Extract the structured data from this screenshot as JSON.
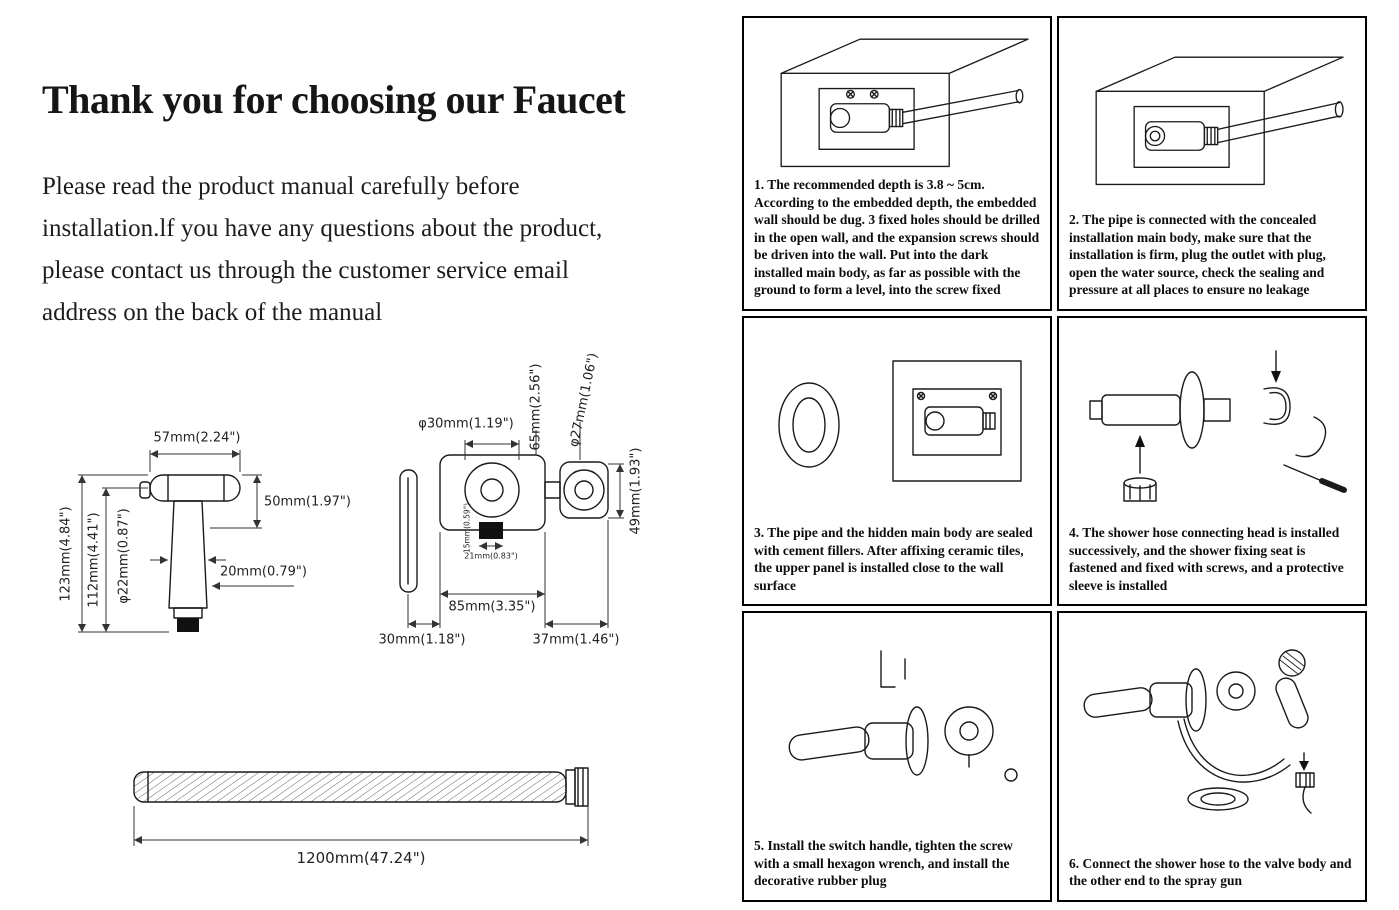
{
  "left": {
    "title": "Thank you for choosing our Faucet",
    "paragraph_lines": [
      "Please read the product manual carefully before",
      "installation.lf you have any questions about the product,",
      "please contact us through the customer service email",
      "address on the back of the manual"
    ]
  },
  "drawings": {
    "sprayer": {
      "top_width": "57mm(2.24\")",
      "head_height": "50mm(1.97\")",
      "total_height": "123mm(4.84\")",
      "body_height": "112mm(4.41\")",
      "diameter": "φ22mm(0.87\")",
      "nozzle_width": "20mm(0.79\")"
    },
    "valve": {
      "knob_diameter": "φ30mm(1.19\")",
      "height": "65mm(2.56\")",
      "outlet_diameter": "φ27mm(1.06\")",
      "outlet_height": "49mm(1.93\")",
      "body_width": "85mm(3.35\")",
      "left_offset": "30mm(1.18\")",
      "right_offset": "37mm(1.46\")",
      "inner_width": "21mm(0.83\")",
      "inner_height": "15mm(0.59\")"
    },
    "hose": {
      "length": "1200mm(47.24\")"
    }
  },
  "steps": [
    {
      "label": "1.",
      "text": "The recommended depth is 3.8 ~ 5cm. According to the embedded depth, the embedded wall should be dug. 3 fixed holes should be drilled in the open wall, and the expansion screws should be driven into the wall. Put into the dark installed main body, as far as possible with the ground to form a level, into the screw fixed"
    },
    {
      "label": "2.",
      "text": "The pipe is connected with the concealed installation main body, make sure that the installation is firm, plug the outlet with plug, open the water source, check the sealing and pressure at all places to ensure no leakage"
    },
    {
      "label": "3.",
      "text": "The pipe and the hidden main body are sealed with cement fillers. After affixing ceramic tiles, the upper panel is installed close to the wall surface"
    },
    {
      "label": "4.",
      "text": "The shower hose connecting head is installed successively, and the shower fixing seat is fastened and fixed with screws, and a protective sleeve is installed"
    },
    {
      "label": "5.",
      "text": "Install the switch handle, tighten the screw with a small hexagon wrench, and install the decorative rubber plug"
    },
    {
      "label": "6.",
      "text": "Connect the shower hose to the valve body and the other end to the spray gun"
    }
  ]
}
